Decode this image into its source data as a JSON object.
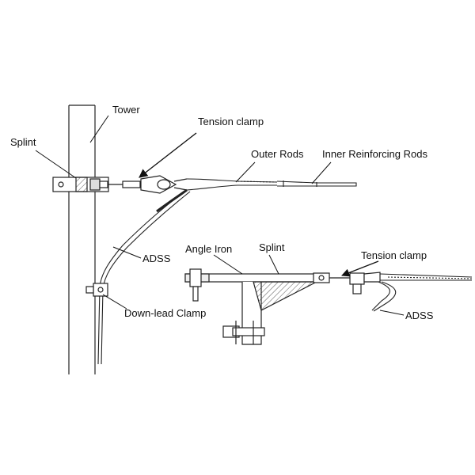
{
  "labels": {
    "tower": "Tower",
    "splint_left": "Splint",
    "tension_clamp_top": "Tension clamp",
    "outer_rods": "Outer Rods",
    "inner_reinforcing_rods": "Inner Reinforcing Rods",
    "adss_left": "ADSS",
    "down_lead_clamp": "Down-lead Clamp",
    "angle_iron": "Angle Iron",
    "splint_right": "Splint",
    "tension_clamp_right": "Tension clamp",
    "adss_right": "ADSS"
  },
  "colors": {
    "line": "#222222",
    "hatch": "#555555",
    "background": "#ffffff"
  }
}
